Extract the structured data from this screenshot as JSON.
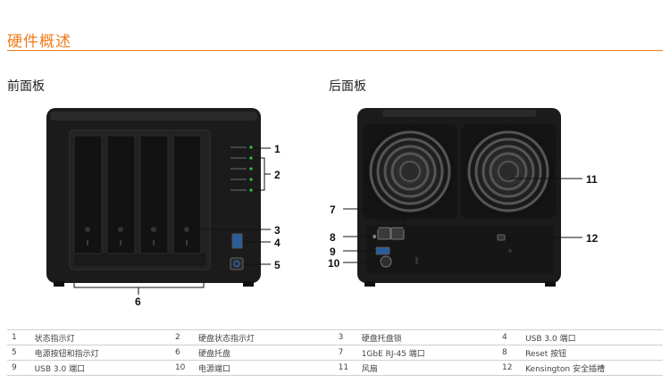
{
  "page": {
    "title": "硬件概述",
    "front_title": "前面板",
    "rear_title": "后面板",
    "theme": {
      "accent": "#f07c1a",
      "led": "#38c23a",
      "device": "#1b1b1b"
    }
  },
  "front_panel": {
    "callouts": [
      "1",
      "2",
      "3",
      "4",
      "5",
      "6"
    ]
  },
  "rear_panel": {
    "callouts": [
      "7",
      "8",
      "9",
      "10",
      "11",
      "12"
    ]
  },
  "legend": [
    [
      {
        "num": "1",
        "text": "状态指示灯"
      },
      {
        "num": "2",
        "text": "硬盘状态指示灯"
      },
      {
        "num": "3",
        "text": "硬盘托盘锁"
      },
      {
        "num": "4",
        "text": "USB 3.0 端口"
      }
    ],
    [
      {
        "num": "5",
        "text": "电源按钮和指示灯"
      },
      {
        "num": "6",
        "text": "硬盘托盘"
      },
      {
        "num": "7",
        "text": "1GbE RJ-45 端口"
      },
      {
        "num": "8",
        "text": "Reset 按钮"
      }
    ],
    [
      {
        "num": "9",
        "text": "USB 3.0 端口"
      },
      {
        "num": "10",
        "text": "电源端口"
      },
      {
        "num": "11",
        "text": "风扇"
      },
      {
        "num": "12",
        "text": "Kensington 安全插槽"
      }
    ]
  ]
}
